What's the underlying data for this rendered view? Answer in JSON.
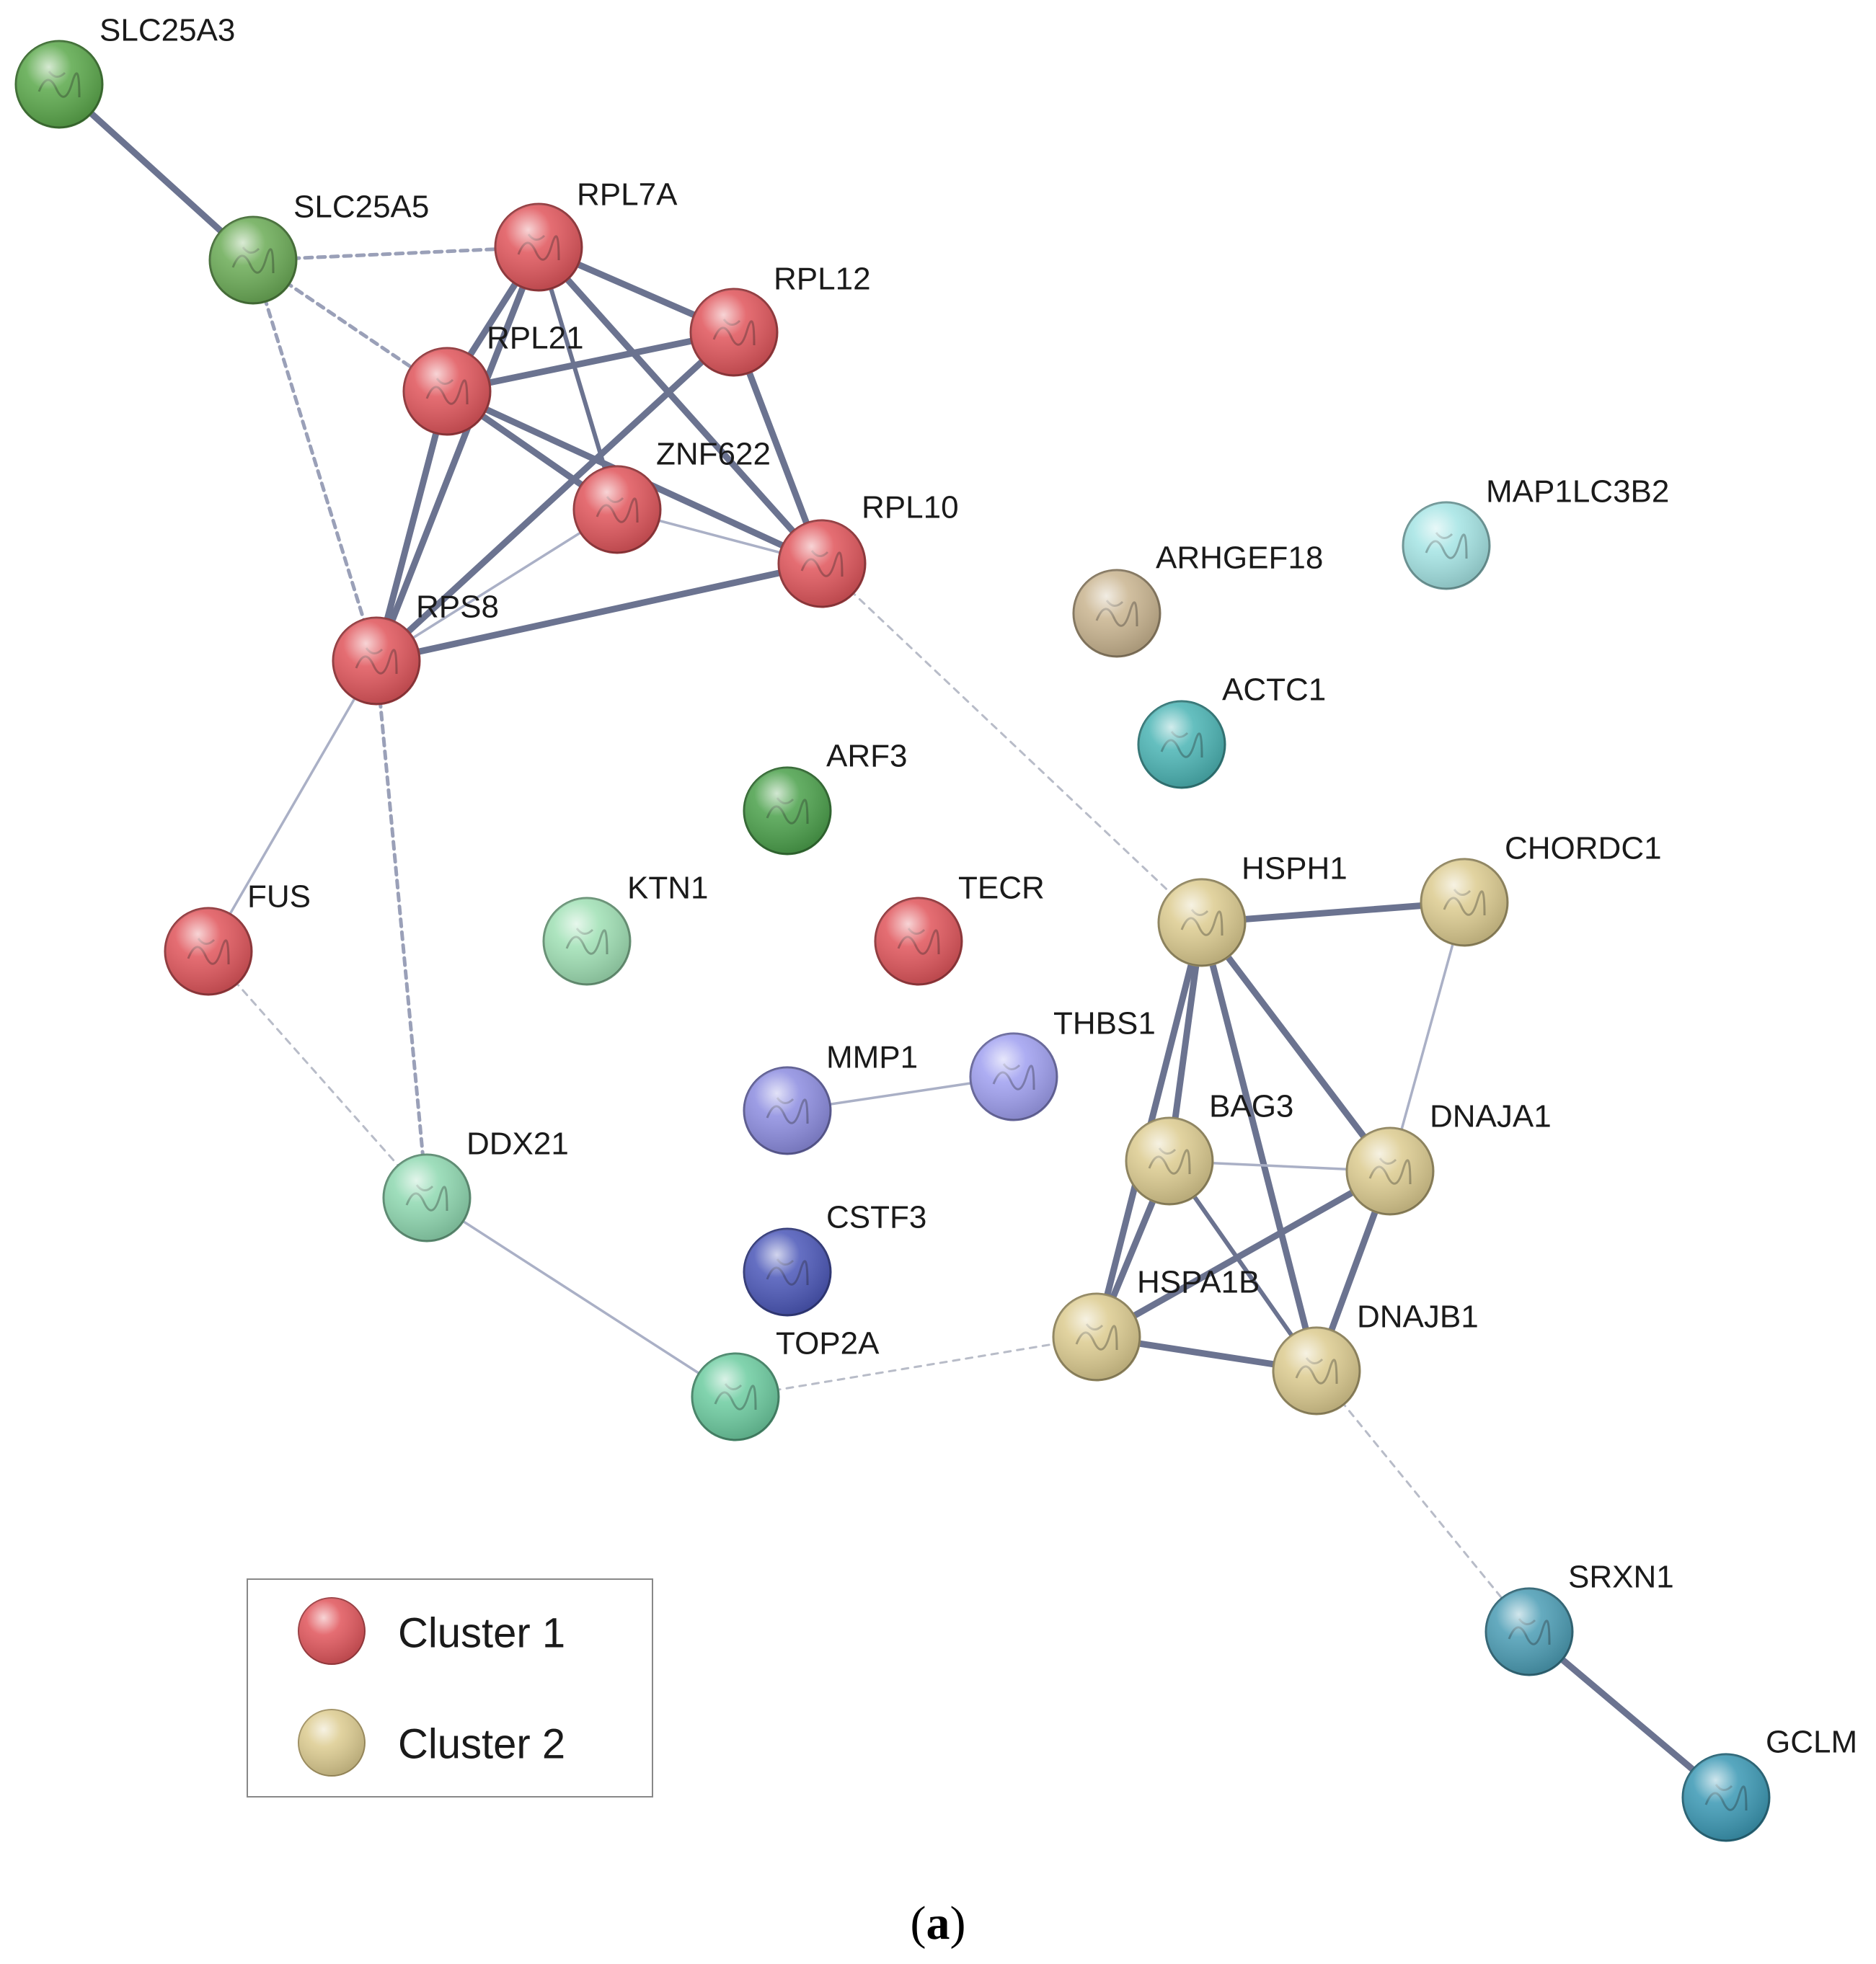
{
  "colors": {
    "cluster1": "#e0545a",
    "cluster2": "#dccb8f",
    "edge_strong": "#6b7390",
    "edge_light": "#aab0c6",
    "edge_dashed": "#9aa0b8"
  },
  "nodes": [
    {
      "id": "SLC25A3",
      "label": "SLC25A3",
      "color": "#5aa84a"
    },
    {
      "id": "SLC25A5",
      "label": "SLC25A5",
      "color": "#6aab55"
    },
    {
      "id": "RPL7A",
      "label": "RPL7A",
      "color": "#e0545a"
    },
    {
      "id": "RPL12",
      "label": "RPL12",
      "color": "#e0545a"
    },
    {
      "id": "RPL21",
      "label": "RPL21",
      "color": "#e0545a"
    },
    {
      "id": "ZNF622",
      "label": "ZNF622",
      "color": "#e0545a"
    },
    {
      "id": "RPL10",
      "label": "RPL10",
      "color": "#e0545a"
    },
    {
      "id": "RPS8",
      "label": "RPS8",
      "color": "#e0545a"
    },
    {
      "id": "FUS",
      "label": "FUS",
      "color": "#e0545a"
    },
    {
      "id": "ARF3",
      "label": "ARF3",
      "color": "#4aa04a"
    },
    {
      "id": "KTN1",
      "label": "KTN1",
      "color": "#9fe0b4"
    },
    {
      "id": "TECR",
      "label": "TECR",
      "color": "#e0545a"
    },
    {
      "id": "MMP1",
      "label": "MMP1",
      "color": "#8c8ce0"
    },
    {
      "id": "THBS1",
      "label": "THBS1",
      "color": "#9f9ff0"
    },
    {
      "id": "CSTF3",
      "label": "CSTF3",
      "color": "#4a56b8"
    },
    {
      "id": "DDX21",
      "label": "DDX21",
      "color": "#8ed8b0"
    },
    {
      "id": "TOP2A",
      "label": "TOP2A",
      "color": "#6ccca0"
    },
    {
      "id": "MAP1LC3B2",
      "label": "MAP1LC3B2",
      "color": "#a4e4e4"
    },
    {
      "id": "ARHGEF18",
      "label": "ARHGEF18",
      "color": "#c9b48f"
    },
    {
      "id": "ACTC1",
      "label": "ACTC1",
      "color": "#4ab4b4"
    },
    {
      "id": "HSPH1",
      "label": "HSPH1",
      "color": "#dccb8f"
    },
    {
      "id": "CHORDC1",
      "label": "CHORDC1",
      "color": "#dccb8f"
    },
    {
      "id": "BAG3",
      "label": "BAG3",
      "color": "#dccb8f"
    },
    {
      "id": "DNAJA1",
      "label": "DNAJA1",
      "color": "#dccb8f"
    },
    {
      "id": "HSPA1B",
      "label": "HSPA1B",
      "color": "#dccb8f"
    },
    {
      "id": "DNAJB1",
      "label": "DNAJB1",
      "color": "#dccb8f"
    },
    {
      "id": "SRXN1",
      "label": "SRXN1",
      "color": "#4a9cb4"
    },
    {
      "id": "GCLM",
      "label": "GCLM",
      "color": "#3a98b4"
    }
  ],
  "edges": [
    {
      "source": "SLC25A3",
      "target": "SLC25A5",
      "style": "strong"
    },
    {
      "source": "SLC25A5",
      "target": "RPL7A",
      "style": "dashed"
    },
    {
      "source": "SLC25A5",
      "target": "RPL21",
      "style": "dashed"
    },
    {
      "source": "SLC25A5",
      "target": "RPS8",
      "style": "dashed"
    },
    {
      "source": "RPL7A",
      "target": "RPL12",
      "style": "strong"
    },
    {
      "source": "RPL7A",
      "target": "RPL21",
      "style": "strong"
    },
    {
      "source": "RPL7A",
      "target": "ZNF622",
      "style": "medium"
    },
    {
      "source": "RPL7A",
      "target": "RPL10",
      "style": "strong"
    },
    {
      "source": "RPL7A",
      "target": "RPS8",
      "style": "strong"
    },
    {
      "source": "RPL12",
      "target": "RPL21",
      "style": "strong"
    },
    {
      "source": "RPL12",
      "target": "RPL10",
      "style": "strong"
    },
    {
      "source": "RPL12",
      "target": "RPS8",
      "style": "strong"
    },
    {
      "source": "RPL21",
      "target": "ZNF622",
      "style": "strong"
    },
    {
      "source": "RPL21",
      "target": "RPL10",
      "style": "strong"
    },
    {
      "source": "RPL21",
      "target": "RPS8",
      "style": "strong"
    },
    {
      "source": "ZNF622",
      "target": "RPL10",
      "style": "light"
    },
    {
      "source": "ZNF622",
      "target": "RPS8",
      "style": "light"
    },
    {
      "source": "RPL10",
      "target": "RPS8",
      "style": "strong"
    },
    {
      "source": "RPL10",
      "target": "HSPH1",
      "style": "faint-dashed"
    },
    {
      "source": "RPS8",
      "target": "FUS",
      "style": "light"
    },
    {
      "source": "RPS8",
      "target": "DDX21",
      "style": "dashed"
    },
    {
      "source": "FUS",
      "target": "DDX21",
      "style": "faint-dashed"
    },
    {
      "source": "DDX21",
      "target": "TOP2A",
      "style": "light"
    },
    {
      "source": "TOP2A",
      "target": "HSPA1B",
      "style": "faint-dashed"
    },
    {
      "source": "MMP1",
      "target": "THBS1",
      "style": "light"
    },
    {
      "source": "HSPH1",
      "target": "CHORDC1",
      "style": "strong"
    },
    {
      "source": "HSPH1",
      "target": "BAG3",
      "style": "strong"
    },
    {
      "source": "HSPH1",
      "target": "DNAJA1",
      "style": "strong"
    },
    {
      "source": "HSPH1",
      "target": "HSPA1B",
      "style": "strong"
    },
    {
      "source": "HSPH1",
      "target": "DNAJB1",
      "style": "strong"
    },
    {
      "source": "CHORDC1",
      "target": "DNAJA1",
      "style": "light"
    },
    {
      "source": "BAG3",
      "target": "DNAJA1",
      "style": "light"
    },
    {
      "source": "BAG3",
      "target": "HSPA1B",
      "style": "strong"
    },
    {
      "source": "BAG3",
      "target": "DNAJB1",
      "style": "medium"
    },
    {
      "source": "DNAJA1",
      "target": "HSPA1B",
      "style": "strong"
    },
    {
      "source": "DNAJA1",
      "target": "DNAJB1",
      "style": "strong"
    },
    {
      "source": "HSPA1B",
      "target": "DNAJB1",
      "style": "strong"
    },
    {
      "source": "DNAJB1",
      "target": "SRXN1",
      "style": "faint-dashed"
    },
    {
      "source": "SRXN1",
      "target": "GCLM",
      "style": "strong"
    }
  ],
  "legend": {
    "items": [
      {
        "label": "Cluster 1",
        "color": "#e0545a"
      },
      {
        "label": "Cluster 2",
        "color": "#dccb8f"
      }
    ]
  },
  "caption": {
    "open": "(",
    "letter": "a",
    "close": ")"
  }
}
